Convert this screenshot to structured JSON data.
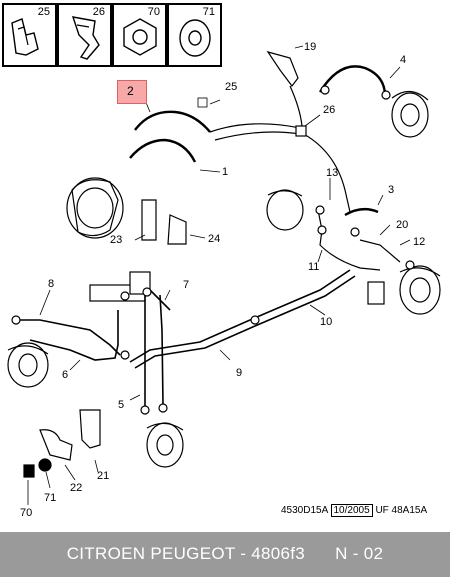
{
  "legend": {
    "items": [
      {
        "number": "25",
        "icon": "clip-icon"
      },
      {
        "number": "26",
        "icon": "bracket-clip-icon"
      },
      {
        "number": "70",
        "icon": "hex-nut-icon"
      },
      {
        "number": "71",
        "icon": "washer-icon"
      }
    ]
  },
  "callouts": {
    "c1": "1",
    "c2": "2",
    "c3": "3",
    "c4": "4",
    "c5": "5",
    "c6": "6",
    "c7": "7",
    "c8": "8",
    "c9": "9",
    "c10": "10",
    "c11": "11",
    "c12": "12",
    "c13": "13",
    "c19": "19",
    "c20": "20",
    "c21": "21",
    "c22": "22",
    "c23": "23",
    "c24": "24",
    "c25": "25",
    "c26": "26",
    "c70": "70",
    "c71": "71"
  },
  "footer": {
    "diagram_ref": "4530D15A",
    "date": "10/2005",
    "uf_ref": "UF 48A15A"
  },
  "caption": "CITROEN PEUGEOT - 4806f3      N - 02",
  "colors": {
    "highlight": "#f7a9a9",
    "caption_bar": "#9a9a9a",
    "line": "#000000"
  }
}
